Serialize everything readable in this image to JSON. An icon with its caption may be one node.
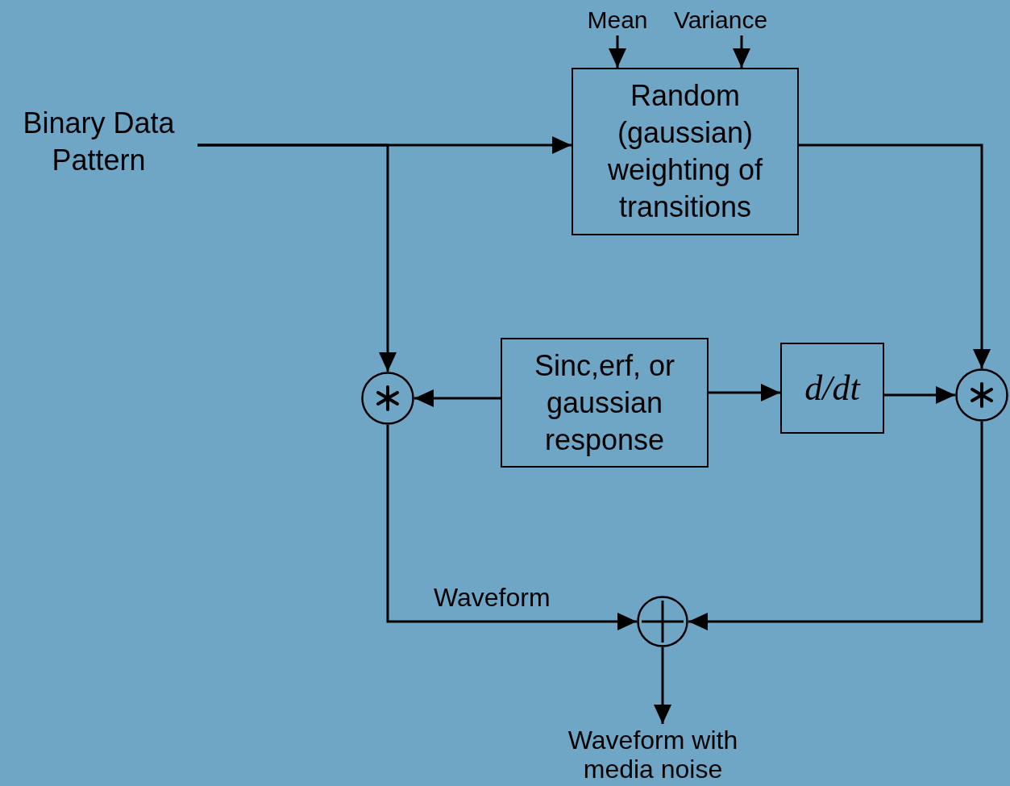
{
  "diagram": {
    "nodes": [
      {
        "text": [
          "Binary Data Pattern"
        ]
      },
      {
        "text": [
          "Mean"
        ]
      },
      {
        "text": [
          "Variance"
        ]
      },
      {
        "text": [
          "Random (gaussian) weighting of transitions"
        ]
      },
      {
        "text": [
          "Sinc,erf, or gaussian response"
        ]
      },
      {
        "text": [
          "d/dt"
        ]
      },
      {
        "text": [],
        "shape": "circle"
      },
      {
        "text": [],
        "shape": "circle"
      },
      {
        "text": [],
        "shape": "circle"
      },
      {
        "text": [
          "Waveform with media noise"
        ]
      }
    ],
    "edges": [
      {
        "from": 0,
        "to": 3,
        "arrow": "to"
      },
      {
        "from": 0,
        "to": 6,
        "arrow": "to"
      },
      {
        "from": 1,
        "to": 3,
        "arrow": "to"
      },
      {
        "from": 2,
        "to": 3,
        "arrow": "to"
      },
      {
        "from": 3,
        "to": 7,
        "arrow": "to"
      },
      {
        "from": 4,
        "to": 6,
        "arrow": "to"
      },
      {
        "from": 4,
        "to": 5,
        "arrow": "to"
      },
      {
        "from": 5,
        "to": 7,
        "arrow": "to"
      },
      {
        "from": 6,
        "to": 8,
        "arrow": "to",
        "label": "Waveform"
      },
      {
        "from": 7,
        "to": 8,
        "arrow": "to"
      },
      {
        "from": 8,
        "to": 9,
        "arrow": "to"
      }
    ]
  }
}
